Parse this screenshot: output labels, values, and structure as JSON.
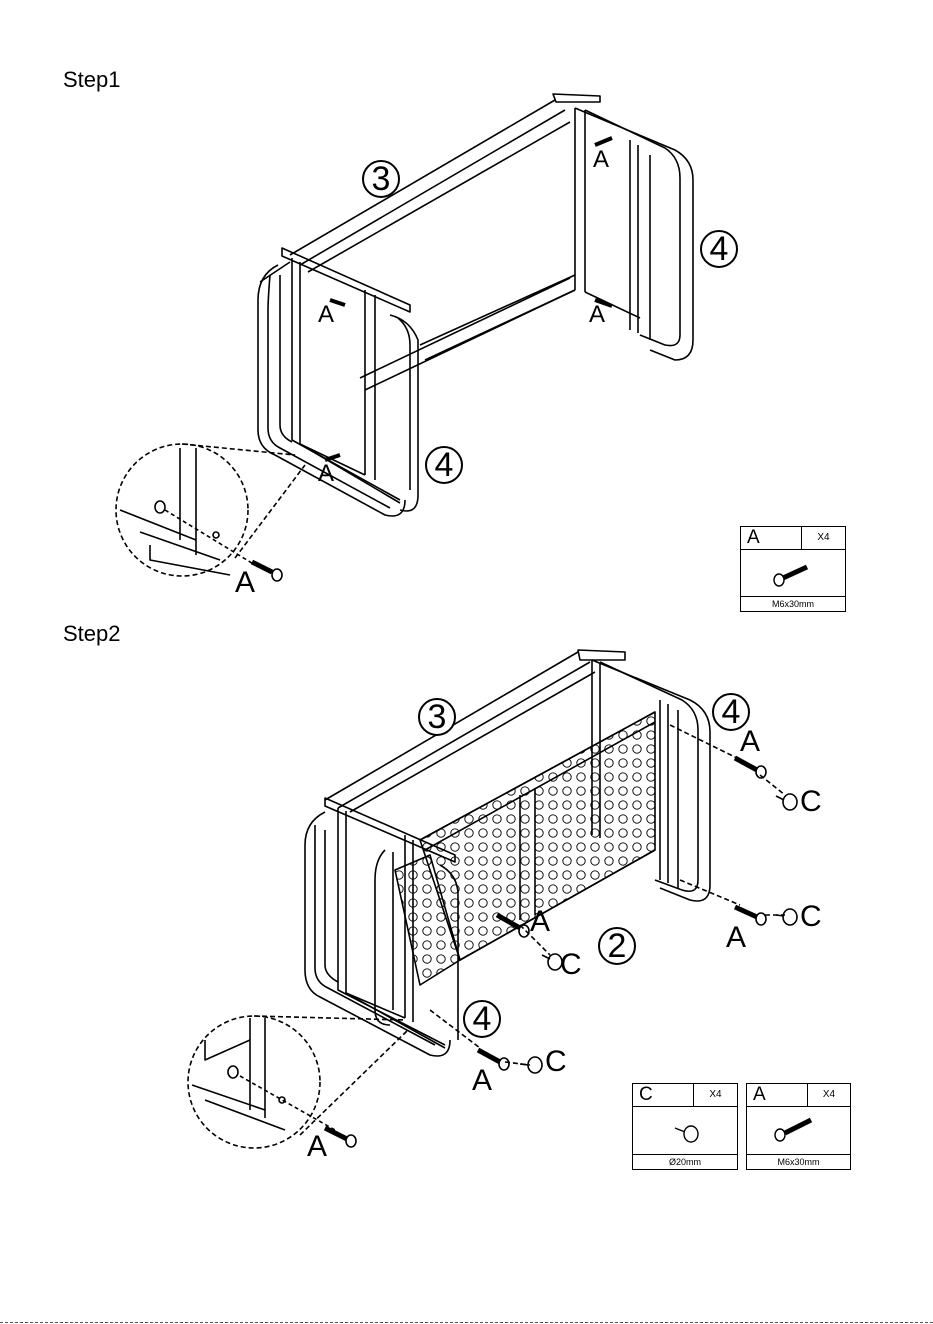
{
  "steps": [
    {
      "title": "Step1",
      "part_numbers": [
        "3",
        "4",
        "4"
      ],
      "callouts": [
        "A",
        "A",
        "A",
        "A",
        "A"
      ],
      "hardware": [
        {
          "code": "A",
          "qty": "X4",
          "spec": "M6x30mm",
          "icon": "bolt-icon"
        }
      ]
    },
    {
      "title": "Step2",
      "part_numbers": [
        "3",
        "4",
        "2",
        "4"
      ],
      "callouts": [
        "A",
        "C",
        "A",
        "C",
        "A",
        "C",
        "A",
        "C",
        "A"
      ],
      "hardware": [
        {
          "code": "C",
          "qty": "X4",
          "spec": "Ø20mm",
          "icon": "cap-icon"
        },
        {
          "code": "A",
          "qty": "X4",
          "spec": "M6x30mm",
          "icon": "bolt-icon"
        }
      ]
    }
  ]
}
